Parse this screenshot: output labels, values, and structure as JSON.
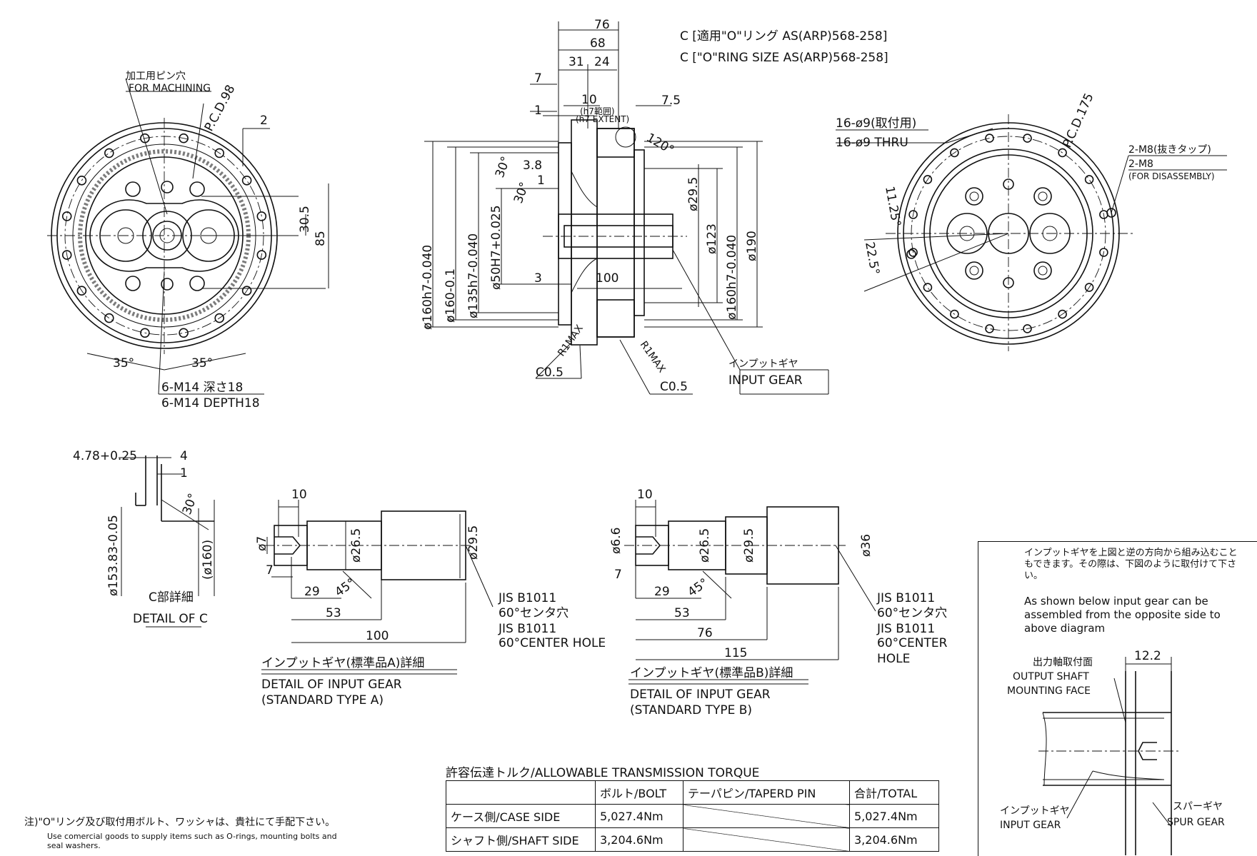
{
  "top": {
    "c_oring_jp": "C [適用\"O\"リング AS(ARP)568-258]",
    "c_oring_en": "C [\"O\"RING SIZE AS(ARP)568-258]",
    "dims": {
      "d76": "76",
      "d68": "68",
      "d31": "31",
      "d24": "24",
      "d7": "7",
      "d10": "10",
      "h7_jp": "(h7範囲)",
      "h7_en": "(h7 EXTENT)",
      "d1": "1",
      "d7_5": "7.5",
      "a120": "120°",
      "a30a": "30°",
      "a30b": "30°",
      "d3_8": "3.8",
      "d1b": "1",
      "d3": "3",
      "d100": "100",
      "dia160a": "ø160h7-0.040",
      "dia160b": "ø160-0.1",
      "dia135": "ø135h7-0.040",
      "dia50": "ø50H7+0.025",
      "dia29_5": "ø29.5",
      "dia123": "ø123",
      "dia160c": "ø160h7-0.040",
      "dia190": "ø190",
      "r1a": "R1MAX",
      "r1b": "R1MAX",
      "c05a": "C0.5",
      "c05b": "C0.5"
    },
    "input_gear_jp": "インプットギヤ",
    "input_gear_en": "INPUT GEAR"
  },
  "left_view": {
    "machining_jp": "加工用ピン穴",
    "machining_en": "FOR MACHINING",
    "pcd": "P.C.D.98",
    "d2": "2",
    "d30_5": "30.5",
    "d85": "85",
    "a35a": "35°",
    "a35b": "35°",
    "tap_jp": "6-M14 深さ18",
    "tap_en": "6-M14 DEPTH18"
  },
  "right_view": {
    "pcd": "P.C.D.175",
    "holes_jp": "16-ø9(取付用)",
    "holes_en": "16-ø9 THRU",
    "m8_jp": "2-M8(抜きタップ)",
    "m8_en": "2-M8",
    "m8_en2": "(FOR DISASSEMBLY)",
    "a11_25": "11.25°",
    "a22_5": "22.5°"
  },
  "detail_c": {
    "d4_78": "4.78+0.25",
    "d4": "4",
    "d1": "1",
    "a30": "30°",
    "dia153": "ø153.83-0.05",
    "dia160": "(ø160)",
    "title_jp": "C部詳細",
    "title_en": "DETAIL OF C"
  },
  "gear_a": {
    "d10": "10",
    "dia7": "ø7",
    "dia26_5": "ø26.5",
    "dia29_5": "ø29.5",
    "d7": "7",
    "d29": "29",
    "a45": "45°",
    "d53": "53",
    "d100": "100",
    "jis": "JIS B1011",
    "center_jp": "60°センタ穴",
    "jis_en": "JIS B1011",
    "center_en": "60°CENTER HOLE",
    "title_jp": "インプットギヤ(標準品A)詳細",
    "title_en1": "DETAIL OF INPUT GEAR",
    "title_en2": "(STANDARD TYPE A)"
  },
  "gear_b": {
    "d10": "10",
    "dia6_6": "ø6.6",
    "dia26_5": "ø26.5",
    "dia29_5": "ø29.5",
    "dia36": "ø36",
    "d7": "7",
    "d29": "29",
    "a45": "45°",
    "d53": "53",
    "d76": "76",
    "d115": "115",
    "jis": "JIS B1011",
    "center_jp": "60°センタ穴",
    "jis_en": "JIS B1011",
    "center_en1": "60°CENTER",
    "center_en2": "HOLE",
    "title_jp": "インプットギヤ(標準品B)詳細",
    "title_en1": "DETAIL OF INPUT GEAR",
    "title_en2": "(STANDARD TYPE B)"
  },
  "torque": {
    "title": "許容伝達トルク/ALLOWABLE TRANSMISSION TORQUE",
    "headers": [
      "",
      "ボルト/BOLT",
      "テーパピン/TAPERD PIN",
      "合計/TOTAL"
    ],
    "rows": [
      {
        "label": "ケース側/CASE SIDE",
        "bolt": "5,027.4Nm",
        "pin": "",
        "total": "5,027.4Nm"
      },
      {
        "label": "シャフト側/SHAFT SIDE",
        "bolt": "3,204.6Nm",
        "pin": "",
        "total": "3,204.6Nm"
      }
    ]
  },
  "note": {
    "jp": "注)\"O\"リング及び取付用ボルト、ワッシャは、貴社にて手配下さい。",
    "en": "Use comercial goods to supply items such as O-rings, mounting bolts and seal washers."
  },
  "box": {
    "jp": "インプットギヤを上図と逆の方向から組み込むこともできます。その際は、下図のように取付けて下さい。",
    "en": "As shown below input gear can be assembled from the opposite side to above diagram",
    "d12_2": "12.2",
    "output_jp": "出力軸取付面",
    "output_en1": "OUTPUT SHAFT",
    "output_en2": "MOUNTING FACE",
    "input_jp": "インプットギヤ",
    "input_en": "INPUT GEAR",
    "spur_jp": "スパーギヤ",
    "spur_en": "SPUR GEAR"
  }
}
